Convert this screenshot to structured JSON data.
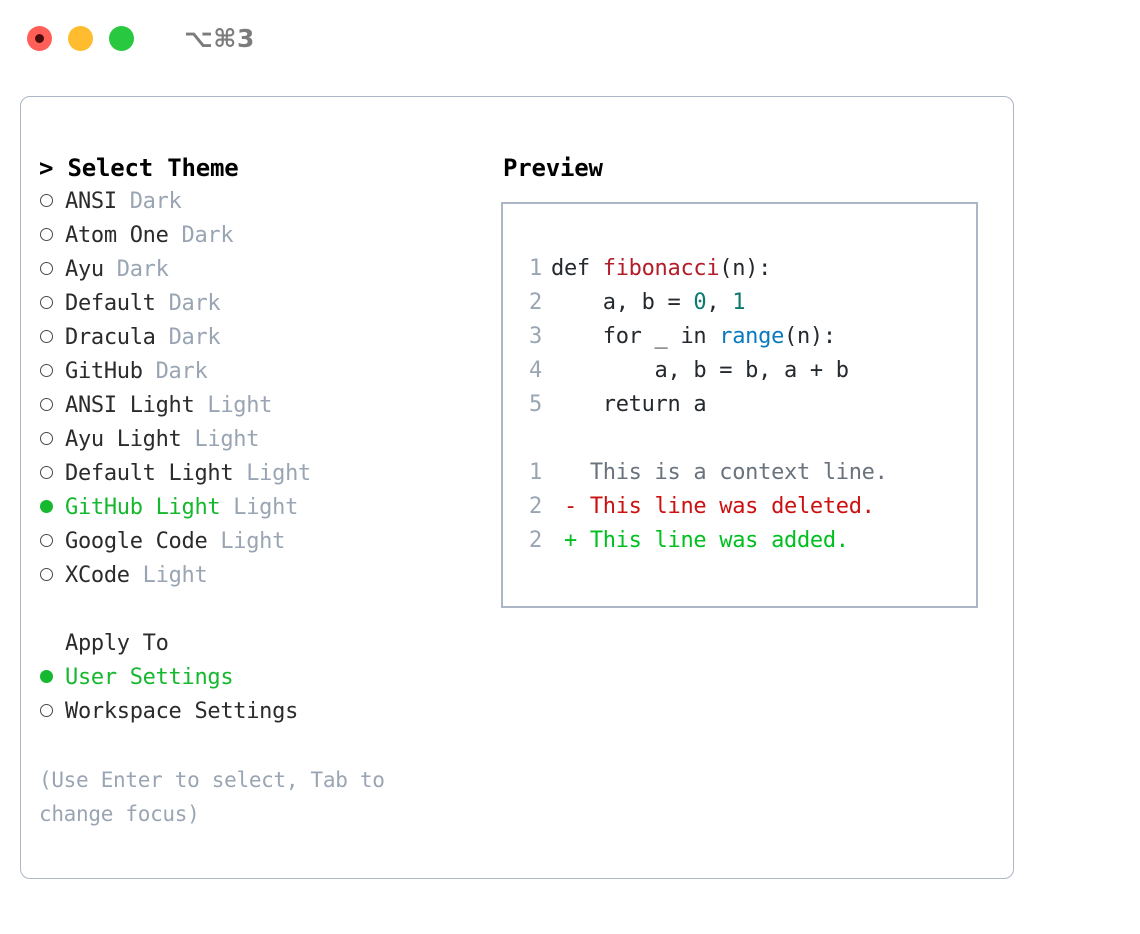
{
  "window": {
    "traffic_lights": [
      {
        "name": "close",
        "color": "#ff5f57"
      },
      {
        "name": "minimize",
        "color": "#febc2e"
      },
      {
        "name": "zoom",
        "color": "#28c840"
      }
    ],
    "shortcut": "⌥⌘3"
  },
  "theme_picker": {
    "header": "> Select Theme",
    "options": [
      {
        "marker": "hollow",
        "label": "ANSI",
        "variant": "Dark",
        "selected": false
      },
      {
        "marker": "hollow",
        "label": "Atom One",
        "variant": "Dark",
        "selected": false
      },
      {
        "marker": "hollow",
        "label": "Ayu",
        "variant": "Dark",
        "selected": false
      },
      {
        "marker": "hollow",
        "label": "Default",
        "variant": "Dark",
        "selected": false
      },
      {
        "marker": "hollow",
        "label": "Dracula",
        "variant": "Dark",
        "selected": false
      },
      {
        "marker": "hollow",
        "label": "GitHub",
        "variant": "Dark",
        "selected": false
      },
      {
        "marker": "hollow",
        "label": "ANSI Light",
        "variant": "Light",
        "selected": false
      },
      {
        "marker": "hollow",
        "label": "Ayu Light",
        "variant": "Light",
        "selected": false
      },
      {
        "marker": "hollow",
        "label": "Default Light",
        "variant": "Light",
        "selected": false
      },
      {
        "marker": "filled",
        "label": "GitHub Light",
        "variant": "Light",
        "selected": true
      },
      {
        "marker": "hollow",
        "label": "Google Code",
        "variant": "Light",
        "selected": false
      },
      {
        "marker": "hollow",
        "label": "XCode",
        "variant": "Light",
        "selected": false
      }
    ]
  },
  "apply_to": {
    "header": "Apply To",
    "options": [
      {
        "marker": "filled",
        "label": "User Settings",
        "selected": true
      },
      {
        "marker": "hollow",
        "label": "Workspace Settings",
        "selected": false
      }
    ]
  },
  "hint": "(Use Enter to select, Tab to change focus)",
  "preview": {
    "title": "Preview",
    "code_lines": [
      {
        "no": "1",
        "segments": [
          {
            "text": "def ",
            "kind": "plain"
          },
          {
            "text": "fibonacci",
            "kind": "fn"
          },
          {
            "text": "(n):",
            "kind": "plain"
          }
        ]
      },
      {
        "no": "2",
        "segments": [
          {
            "text": "    a, b = ",
            "kind": "plain"
          },
          {
            "text": "0",
            "kind": "num"
          },
          {
            "text": ", ",
            "kind": "plain"
          },
          {
            "text": "1",
            "kind": "num"
          }
        ]
      },
      {
        "no": "3",
        "segments": [
          {
            "text": "    for _ in ",
            "kind": "plain"
          },
          {
            "text": "range",
            "kind": "call"
          },
          {
            "text": "(n):",
            "kind": "plain"
          }
        ]
      },
      {
        "no": "4",
        "segments": [
          {
            "text": "        a, b = b, a + b",
            "kind": "plain"
          }
        ]
      },
      {
        "no": "5",
        "segments": [
          {
            "text": "    return a",
            "kind": "plain"
          }
        ]
      },
      {
        "no": "",
        "segments": []
      },
      {
        "no": "1",
        "segments": [
          {
            "text": "   This is a context line.",
            "kind": "ctx"
          }
        ]
      },
      {
        "no": "2",
        "segments": [
          {
            "text": " - This line was deleted.",
            "kind": "del"
          }
        ]
      },
      {
        "no": "2",
        "segments": [
          {
            "text": " + This line was added.",
            "kind": "add"
          }
        ]
      }
    ]
  },
  "colors": {
    "accent_green": "#15b82e",
    "muted": "#9aa5b4",
    "border": "#adb6c4",
    "diff_deleted": "#cc1111",
    "diff_added": "#00c020",
    "syntax_function": "#b31d28",
    "syntax_number": "#0b7a72",
    "syntax_call": "#0a7ac0"
  }
}
